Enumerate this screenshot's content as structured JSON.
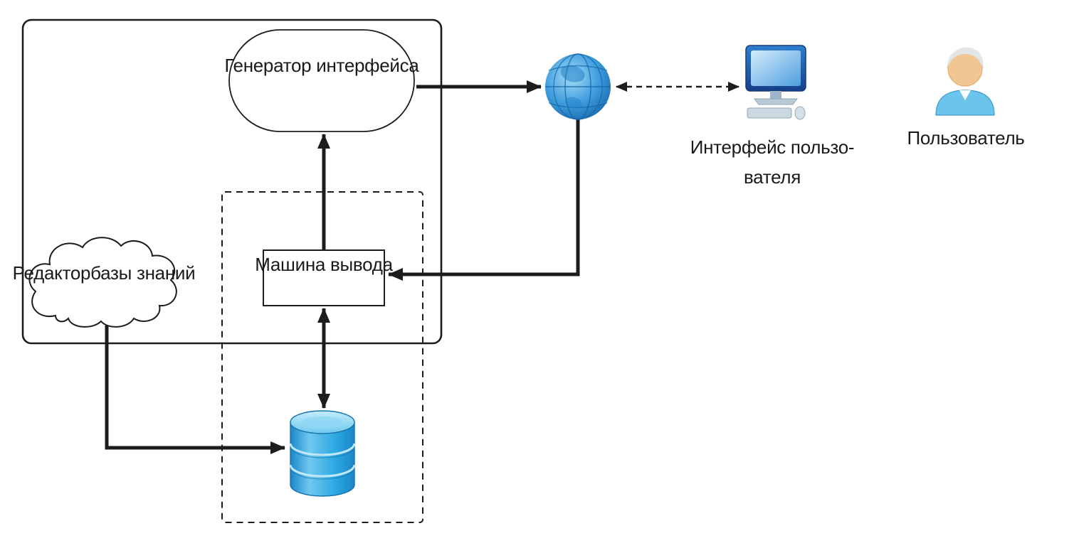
{
  "diagram": {
    "nodes": {
      "interface_generator": {
        "label": "Генератор интерфейса"
      },
      "inference_engine": {
        "label": "Машина вывода"
      },
      "kb_editor": {
        "label": "Редакторбазы знаний"
      },
      "user_interface": {
        "label_line1": "Интерфейс пользо-",
        "label_line2": "вателя"
      },
      "user": {
        "label": "Пользователь"
      }
    },
    "icons": {
      "network": "globe-icon",
      "workstation": "computer-icon",
      "person": "user-icon",
      "storage": "database-icon"
    },
    "colors": {
      "outline": "#1c1c1c",
      "database_blue": "#2da8e2",
      "globe_blue": "#2a8fd4",
      "monitor_blue": "#2b72c8",
      "screen_blue": "#9fd0f2",
      "shirt_blue": "#6cc3ec",
      "skin": "#f2c693",
      "hair_gray": "#e2e6e9"
    }
  }
}
